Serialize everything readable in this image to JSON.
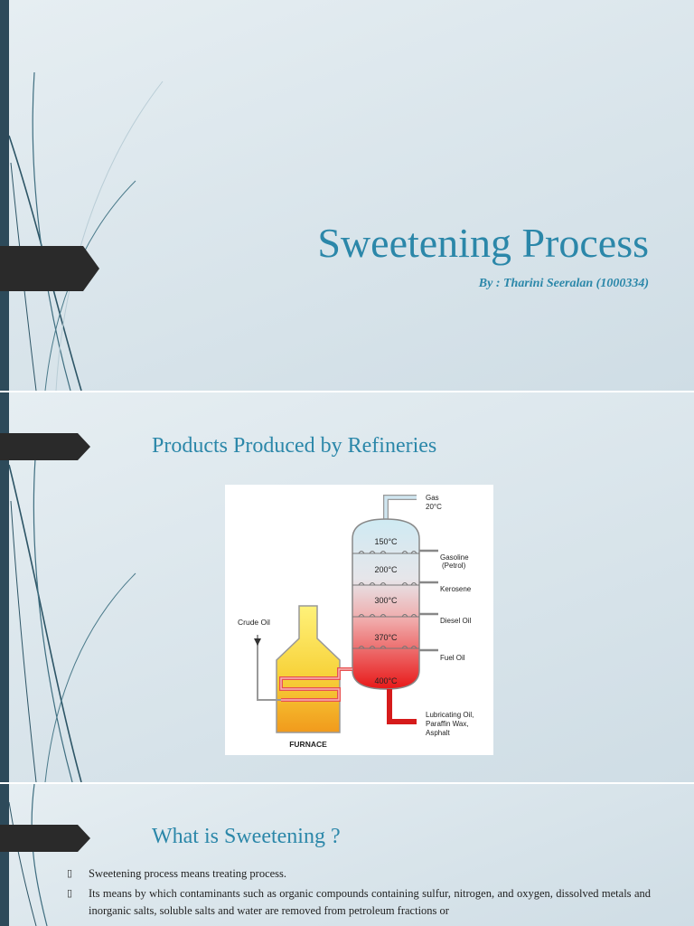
{
  "slide1": {
    "title": "Sweetening Process",
    "subtitle": "By : Tharini Seeralan (1000334)"
  },
  "slide2": {
    "heading": "Products Produced by Refineries",
    "diagram": {
      "furnace_label": "FURNACE",
      "crude_oil_label": "Crude Oil",
      "temperatures": [
        "150°C",
        "200°C",
        "300°C",
        "370°C",
        "400°C"
      ],
      "gas_label": [
        "Gas",
        "20°C"
      ],
      "outputs": {
        "gasoline": [
          "Gasoline",
          "(Petrol)"
        ],
        "kerosene": "Kerosene",
        "diesel": "Diesel Oil",
        "fuel_oil": "Fuel Oil",
        "residue": [
          "Lubricating Oil,",
          "Paraffin Wax,",
          "Asphalt"
        ]
      }
    }
  },
  "slide3": {
    "heading": "What is Sweetening ?",
    "bullet_marker": "▯",
    "bullets": [
      "Sweetening process means treating process.",
      "Its means by which contaminants such as organic compounds containing sulfur, nitrogen, and oxygen, dissolved metals and inorganic salts, soluble salts and water are removed from petroleum fractions or"
    ]
  },
  "colors": {
    "accent": "#2b87a9",
    "bar": "#2d4a5a",
    "tab": "#2a2a2a"
  }
}
